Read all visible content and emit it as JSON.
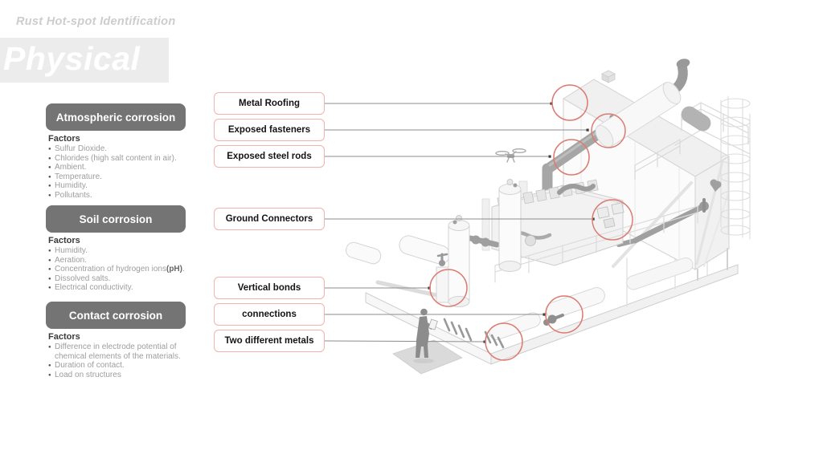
{
  "page": {
    "eyebrow": "Rust Hot-spot Identification",
    "title": "Physical"
  },
  "sections": [
    {
      "label": "Atmospheric corrosion",
      "factors_heading": "Factors",
      "factors": [
        "Sulfur Dioxide.",
        "Chlorides (high salt content in air).",
        "Ambient.",
        "Temperature.",
        "Humidity.",
        "Pollutants."
      ]
    },
    {
      "label": "Soil corrosion",
      "factors_heading": "Factors",
      "factors": [
        "Humidity.",
        "Aeration.",
        {
          "pre": "Concentration of hydrogen ions",
          "bold": "(pH)",
          "post": "."
        },
        "Dissolved salts.",
        "Electrical conductivity."
      ]
    },
    {
      "label": "Contact corrosion",
      "factors_heading": "Factors",
      "factors": [
        "Difference in electrode potential of chemical elements of the materials.",
        "Duration of contact.",
        "Load on structures"
      ]
    }
  ],
  "callouts": [
    {
      "label": "Metal Roofing"
    },
    {
      "label": "Exposed fasteners"
    },
    {
      "label": "Exposed steel rods"
    },
    {
      "label": "Ground Connectors"
    },
    {
      "label": "Vertical bonds"
    },
    {
      "label": "connections"
    },
    {
      "label": "Two different metals"
    }
  ],
  "colors": {
    "hotspot_red": "#dc7b72",
    "callout_border": "#f2b3ac",
    "section_gray": "#747474",
    "factor_text": "#9d9d9d",
    "eyebrow_gray": "#cdcdcd",
    "banner_bg": "#ececec",
    "leader_line": "#8c8c8c"
  }
}
